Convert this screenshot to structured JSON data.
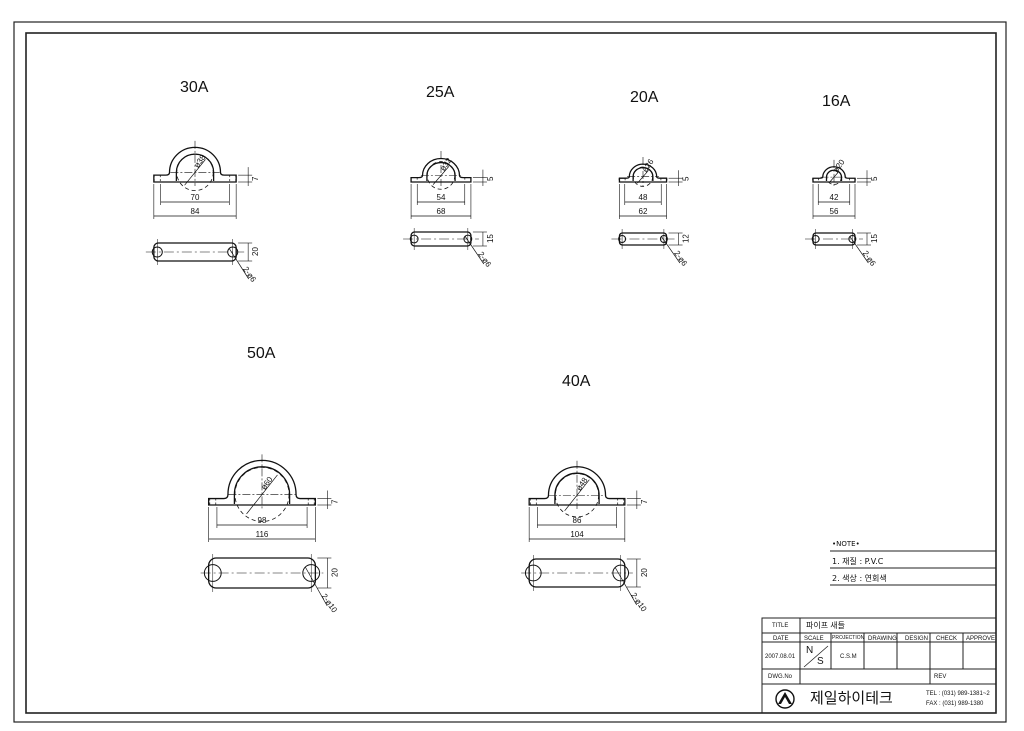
{
  "parts": [
    {
      "id": "30A",
      "label": "30A",
      "dia": "ø38",
      "inner": "70",
      "outer": "84",
      "thick": "7",
      "width": "20",
      "holes": "2-ø6"
    },
    {
      "id": "25A",
      "label": "25A",
      "dia": "ø32",
      "inner": "54",
      "outer": "68",
      "thick": "5",
      "width": "15",
      "holes": "2-ø6"
    },
    {
      "id": "20A",
      "label": "20A",
      "dia": "ø26",
      "inner": "48",
      "outer": "62",
      "thick": "5",
      "width": "12",
      "holes": "2-ø6"
    },
    {
      "id": "16A",
      "label": "16A",
      "dia": "ø20",
      "inner": "42",
      "outer": "56",
      "thick": "5",
      "width": "15",
      "holes": "2-ø6"
    },
    {
      "id": "50A",
      "label": "50A",
      "dia": "ø60",
      "inner": "98",
      "outer": "116",
      "thick": "7",
      "width": "20",
      "holes": "2-ø10"
    },
    {
      "id": "40A",
      "label": "40A",
      "dia": "ø48",
      "inner": "86",
      "outer": "104",
      "thick": "7",
      "width": "20",
      "holes": "2-ø10"
    }
  ],
  "notes": {
    "heading": "•NOTE•",
    "line1": "1. 재질 : P.V.C",
    "line2": "2. 색상 : 연회색"
  },
  "title_block": {
    "title_label": "TITLE",
    "title_value": "파이프 새들",
    "headers": [
      "DATE",
      "SCALE",
      "PROJECTION",
      "DRAWING",
      "DESIGN",
      "CHECK",
      "APPROVE"
    ],
    "date": "2007.08.01",
    "scale_top": "N",
    "scale_bottom": "S",
    "projection": "C.S.M",
    "dwg_label": "DWG.No",
    "rev_label": "REV",
    "company": "제일하이테크",
    "tel": "TEL : (031) 989-1381~2",
    "fax": "FAX : (031) 989-1380"
  }
}
